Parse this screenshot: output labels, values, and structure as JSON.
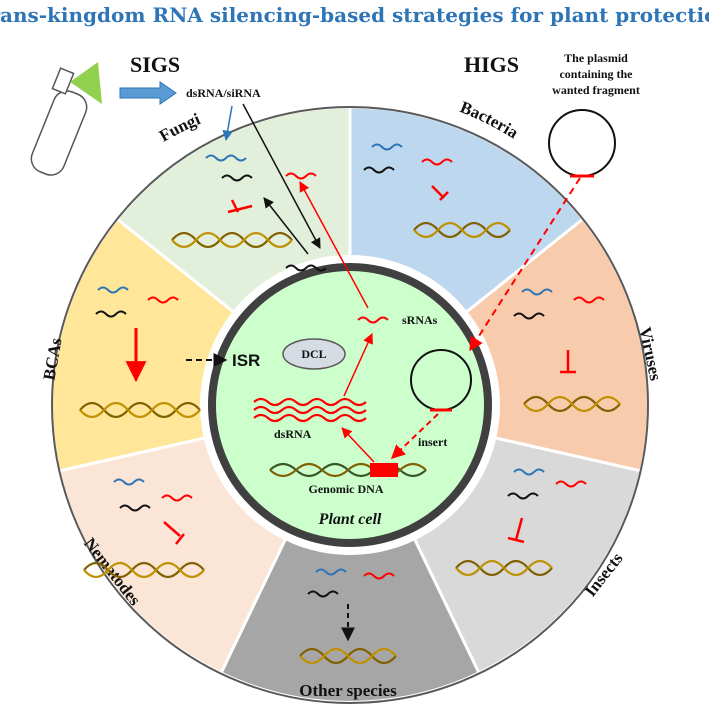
{
  "title": "Trans-kingdom RNA silencing-based strategies for plant protection",
  "sigs_label": "SIGS",
  "higs_label": "HIGS",
  "spray_label": "dsRNA/siRNA",
  "plasmid_label_line1": "The plasmid",
  "plasmid_label_line2": "containing the",
  "plasmid_label_line3": "wanted fragment",
  "sectors": {
    "fungi": "Fungi",
    "bacteria": "Bacteria",
    "viruses": "Viruses",
    "insects": "Insects",
    "other": "Other species",
    "nematodes": "Nematodes",
    "bcas": "BCAs"
  },
  "cell": {
    "title": "Plant cell",
    "dcl": "DCL",
    "srnas": "sRNAs",
    "dsrna": "dsRNA",
    "insert": "insert",
    "genomic": "Genomic DNA",
    "isr": "ISR"
  },
  "colors": {
    "title": "#2e75b6",
    "fungi": "#e2efda",
    "bacteria": "#bdd7ee",
    "viruses": "#f8cbad",
    "insects": "#d9d9d9",
    "other": "#a6a6a6",
    "nematodes": "#fbe5d6",
    "bcas": "#ffe699",
    "cell": "#ccffcc",
    "red": "#ff0000",
    "blue": "#2e75b6",
    "dna": "#806000"
  }
}
